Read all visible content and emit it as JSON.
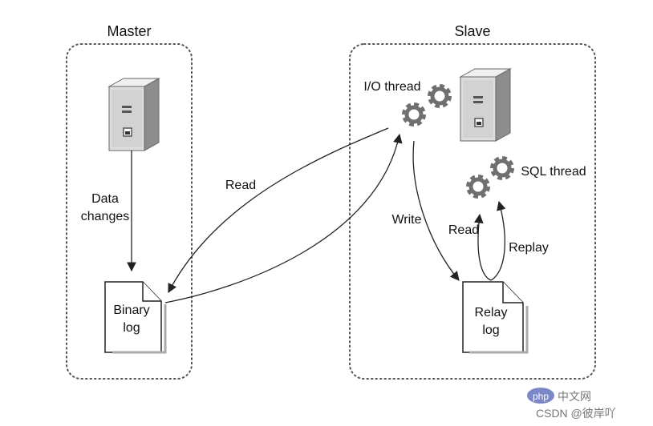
{
  "master": {
    "title": "Master",
    "data_changes_line1": "Data",
    "data_changes_line2": "changes",
    "binary_log_line1": "Binary",
    "binary_log_line2": "log"
  },
  "slave": {
    "title": "Slave",
    "io_thread": "I/O thread",
    "sql_thread": "SQL thread",
    "relay_log_line1": "Relay",
    "relay_log_line2": "log",
    "write": "Write",
    "read": "Read",
    "replay": "Replay"
  },
  "read_label": "Read",
  "watermark": {
    "badge": "php",
    "site": "中文网",
    "credit": "CSDN @彼岸吖"
  },
  "colors": {
    "stroke": "#222222",
    "dotted": "#555555",
    "server_light": "#e6e6e6",
    "server_dark": "#9a9a9a",
    "gear": "#6f6f6f",
    "php_badge": "#7b88c8"
  }
}
